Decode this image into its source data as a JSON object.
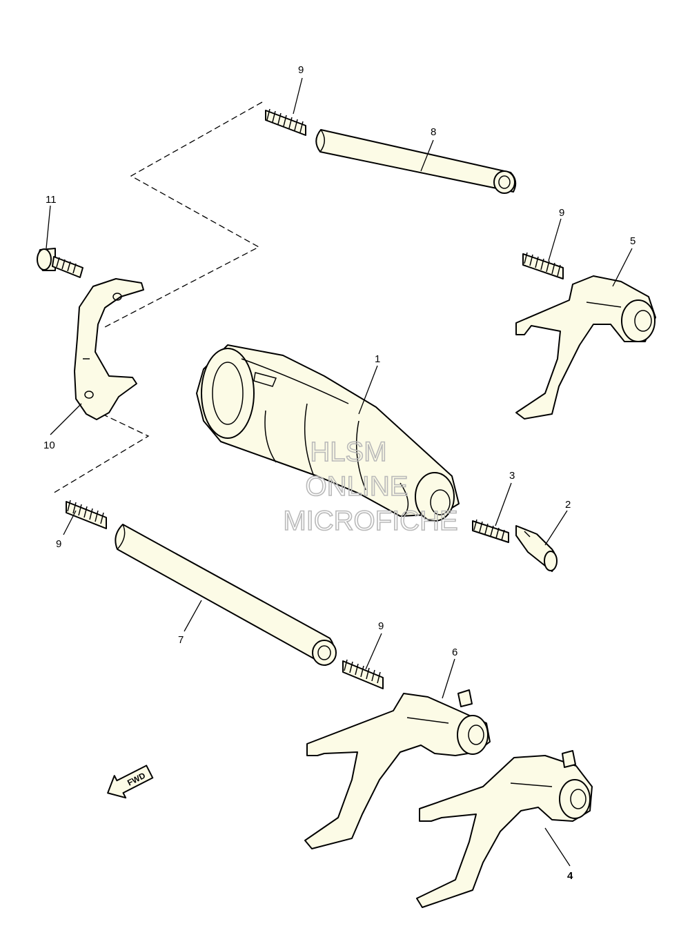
{
  "callouts": {
    "c1": "1",
    "c2": "2",
    "c3": "3",
    "c4": "4",
    "c5": "5",
    "c6": "6",
    "c7": "7",
    "c8": "8",
    "c9a": "9",
    "c9b": "9",
    "c9c": "9",
    "c9d": "9",
    "c10": "10",
    "c11": "11"
  },
  "fwd_label": "FWD",
  "watermark": {
    "line1": "HLSM",
    "line2": "ONLINE",
    "line3": "MICROFICHE"
  },
  "colors": {
    "part_fill": "#fcfbe6",
    "line": "#000000",
    "watermark": "#b9b9b9"
  }
}
